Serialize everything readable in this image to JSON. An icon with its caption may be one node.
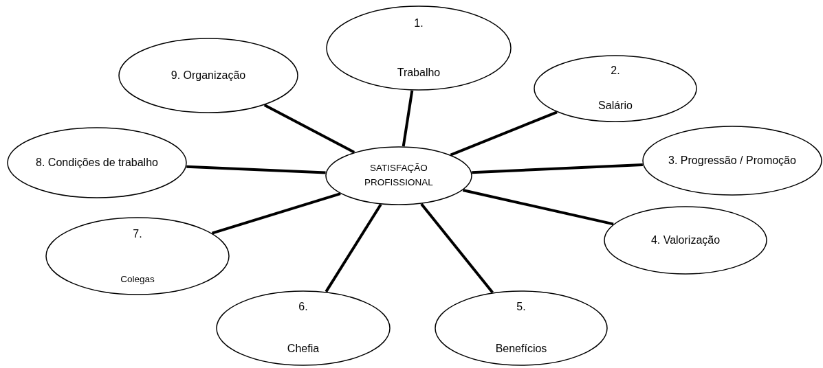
{
  "diagram": {
    "nodes": [
      {
        "text": [
          "SATISFAÇÃO PROFISSIONAL"
        ]
      },
      {
        "text": [
          "1.",
          "Trabalho"
        ]
      },
      {
        "text": [
          "2.",
          "Salário"
        ]
      },
      {
        "text": [
          "3. Progressão / Promoção"
        ]
      },
      {
        "text": [
          "4. Valorização"
        ]
      },
      {
        "text": [
          "5.",
          "Benefícios"
        ]
      },
      {
        "text": [
          "6.",
          "Chefia"
        ]
      },
      {
        "text": [
          "7.",
          "Colegas"
        ]
      },
      {
        "text": [
          "8. Condições de trabalho"
        ]
      },
      {
        "text": [
          "9. Organização"
        ]
      }
    ],
    "edges": [
      {
        "from": 0,
        "to": 1,
        "arrow": "none"
      },
      {
        "from": 0,
        "to": 2,
        "arrow": "none"
      },
      {
        "from": 0,
        "to": 3,
        "arrow": "none"
      },
      {
        "from": 0,
        "to": 4,
        "arrow": "none"
      },
      {
        "from": 0,
        "to": 5,
        "arrow": "none"
      },
      {
        "from": 0,
        "to": 6,
        "arrow": "none"
      },
      {
        "from": 0,
        "to": 7,
        "arrow": "none"
      },
      {
        "from": 0,
        "to": 8,
        "arrow": "none"
      },
      {
        "from": 0,
        "to": 9,
        "arrow": "none"
      }
    ]
  }
}
